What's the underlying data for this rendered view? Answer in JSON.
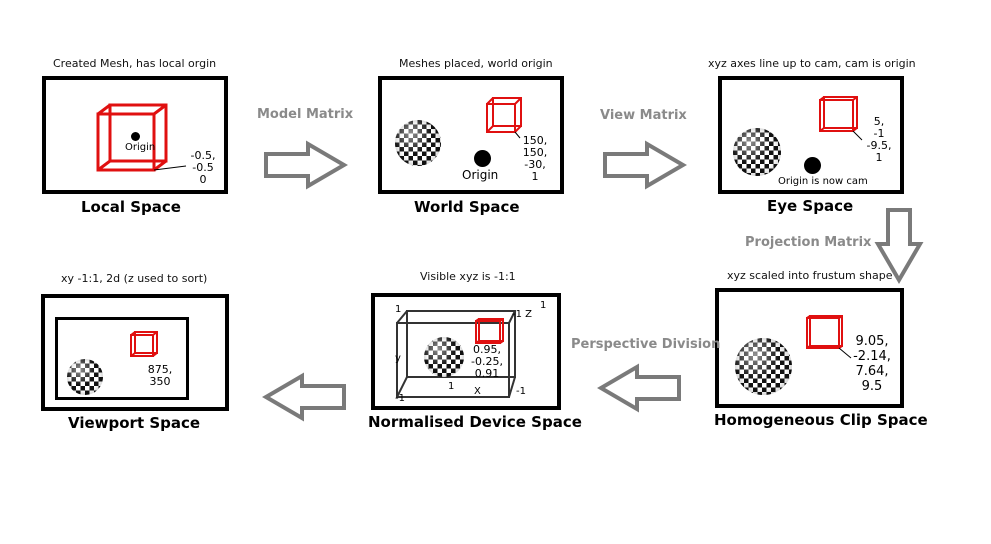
{
  "stages": {
    "local": {
      "caption": "Created Mesh, has local orgin",
      "title": "Local Space",
      "origin_label": "Origin",
      "coord": [
        "-0.5,",
        "-0.5",
        "0"
      ]
    },
    "world": {
      "caption": "Meshes placed, world origin",
      "title": "World Space",
      "origin_label": "Origin",
      "coord": [
        "150,",
        "150,",
        "-30,",
        "1"
      ]
    },
    "eye": {
      "caption": "xyz axes line up to cam, cam is origin",
      "title": "Eye Space",
      "origin_label": "Origin is now cam",
      "coord": [
        "5,",
        "-1",
        "-9.5,",
        "1"
      ]
    },
    "clip": {
      "caption": "xyz scaled into frustum shape",
      "title": "Homogeneous Clip Space",
      "coord": [
        "9.05,",
        "-2.14,",
        "7.64,",
        "9.5"
      ]
    },
    "ndc": {
      "caption": "Visible xyz is -1:1",
      "title": "Normalised Device Space",
      "coord": [
        "0.95,",
        "-0.25,",
        "0.91"
      ],
      "axis": {
        "top_left": "1",
        "top_right": "1",
        "z": "-1 Z",
        "y": "y",
        "bottom_left": "-1",
        "bottom_right": "-1",
        "x_one": "1",
        "x": "X"
      }
    },
    "viewport": {
      "caption": "xy -1:1, 2d (z used to sort)",
      "title": "Viewport Space",
      "coord": [
        "875,",
        "350"
      ]
    }
  },
  "transforms": {
    "model": "Model Matrix",
    "view": "View Matrix",
    "projection": "Projection Matrix",
    "perspective": "Perspective Division"
  },
  "colors": {
    "cube": "#e01010",
    "arrow_fill": "#ffffff",
    "arrow_stroke": "#7a7a7a",
    "label_gray": "#8a8a8a"
  }
}
